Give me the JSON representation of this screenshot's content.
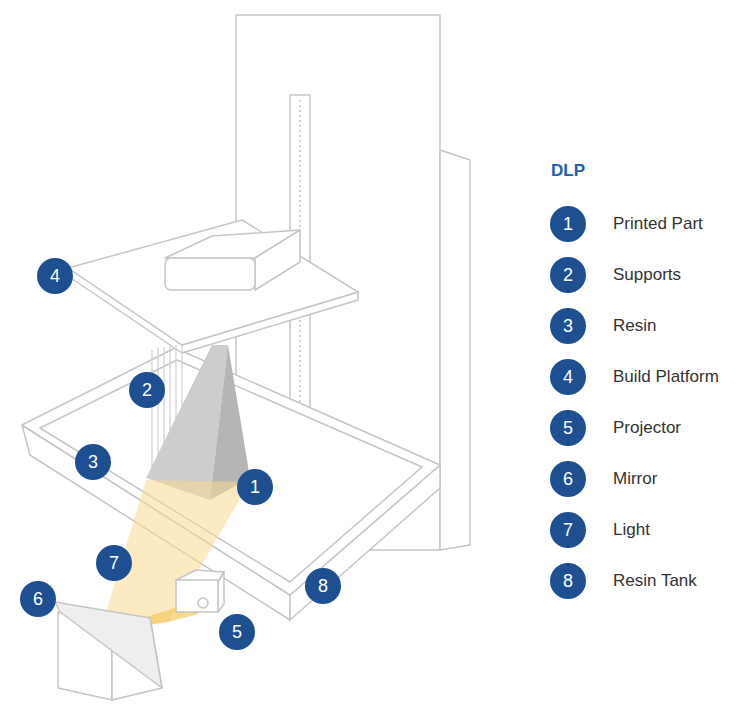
{
  "diagram": {
    "title": "DLP",
    "nodes": [
      {
        "text": [
          "4"
        ]
      },
      {
        "text": [
          "2"
        ]
      },
      {
        "text": [
          "3"
        ]
      },
      {
        "text": [
          "1"
        ]
      },
      {
        "text": [
          "7"
        ]
      },
      {
        "text": [
          "8"
        ]
      },
      {
        "text": [
          "6"
        ]
      },
      {
        "text": [
          "5"
        ]
      },
      {
        "text": [
          "1"
        ]
      },
      {
        "text": [
          "2"
        ]
      },
      {
        "text": [
          "3"
        ]
      },
      {
        "text": [
          "4"
        ]
      },
      {
        "text": [
          "5"
        ]
      },
      {
        "text": [
          "6"
        ]
      },
      {
        "text": [
          "7"
        ]
      },
      {
        "text": [
          "8"
        ]
      }
    ],
    "labels": [
      "Printed Part",
      "Supports",
      "Resin",
      "Build Platform",
      "Projector",
      "Mirror",
      "Light",
      "Resin Tank"
    ]
  }
}
